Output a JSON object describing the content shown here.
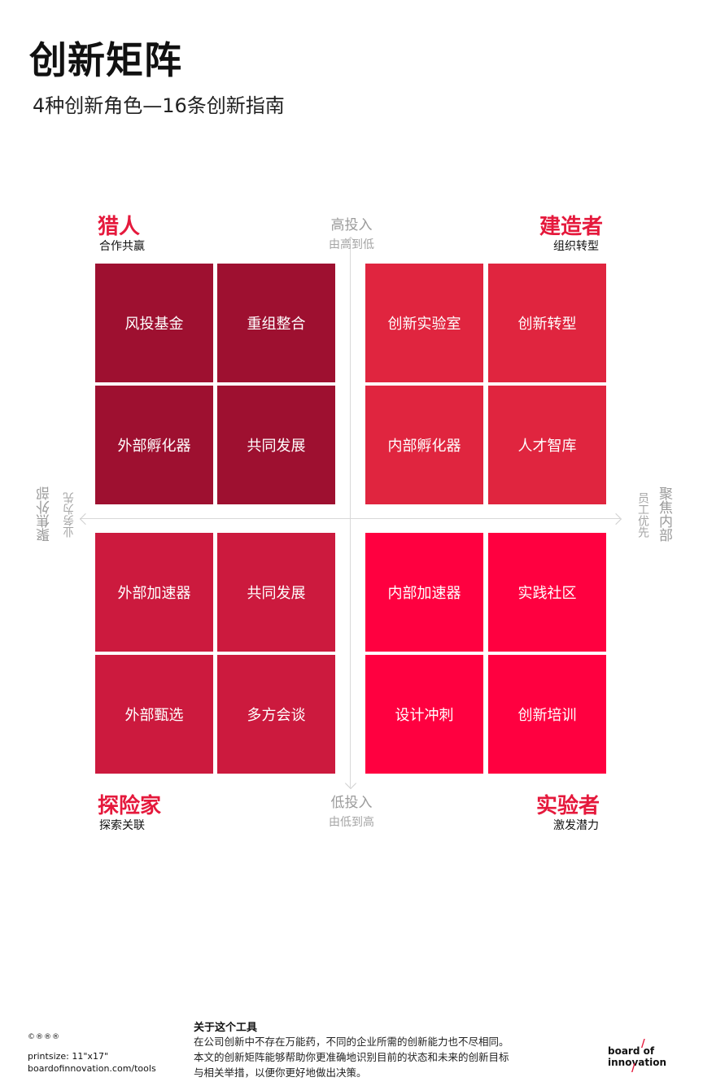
{
  "header": {
    "title": "创新矩阵",
    "subtitle": "4种创新角色—16条创新指南"
  },
  "axes": {
    "top": {
      "label": "高投入",
      "sub": "由高到低"
    },
    "bottom": {
      "label": "低投入",
      "sub": "由低到高"
    },
    "left": {
      "label": "聚焦外部",
      "sub": "业务为先"
    },
    "right": {
      "label": "聚焦内部",
      "sub": "员工优先"
    }
  },
  "quadrants": {
    "top_left": {
      "title": "猎人",
      "sub": "合作共赢",
      "color": "#9e1030",
      "tiles": [
        "风投基金",
        "重组整合",
        "外部孵化器",
        "共同发展"
      ]
    },
    "top_right": {
      "title": "建造者",
      "sub": "组织转型",
      "color": "#e0253f",
      "tiles": [
        "创新实验室",
        "创新转型",
        "内部孵化器",
        "人才智库"
      ]
    },
    "bottom_left": {
      "title": "探险家",
      "sub": "探索关联",
      "color": "#cc1a3e",
      "tiles": [
        "外部加速器",
        "共同发展",
        "外部甄选",
        "多方会谈"
      ]
    },
    "bottom_right": {
      "title": "实验者",
      "sub": "激发潜力",
      "color": "#ff0040",
      "tiles": [
        "内部加速器",
        "实践社区",
        "设计冲刺",
        "创新培训"
      ]
    }
  },
  "footer": {
    "license": "©®®®",
    "printsize": "printsize: 11\"x17\"",
    "url": "boardofinnovation.com/tools",
    "about_title": "关于这个工具",
    "about_lines": [
      "在公司创新中不存在万能药，不同的企业所需的创新能力也不尽相同。",
      "本文的创新矩阵能够帮助你更准确地识别目前的状态和未来的创新目标",
      "与相关举措，以便你更好地做出决策。"
    ],
    "logo_line1": "board of",
    "logo_line2": "innovation"
  }
}
